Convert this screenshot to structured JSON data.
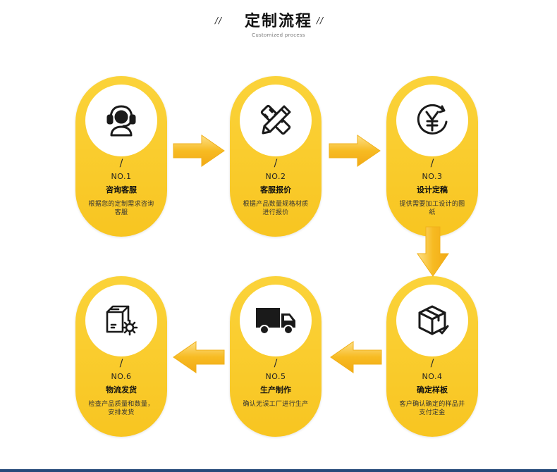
{
  "header": {
    "title": "定制流程",
    "subtitle": "Customized process",
    "deco": "//"
  },
  "steps": [
    {
      "slash": "/",
      "num": "NO.1",
      "name": "咨询客服",
      "desc": "根据您的定制需求咨询客服",
      "icon": "headset-icon"
    },
    {
      "slash": "/",
      "num": "NO.2",
      "name": "客服报价",
      "desc": "根据产品数量规格材质进行报价",
      "icon": "pencil-ruler-icon"
    },
    {
      "slash": "/",
      "num": "NO.3",
      "name": "设计定稿",
      "desc": "提供需要加工设计的图纸",
      "icon": "yen-coin-icon"
    },
    {
      "slash": "/",
      "num": "NO.4",
      "name": "确定样板",
      "desc": "客户确认确定的样品并支付定金",
      "icon": "box-check-icon"
    },
    {
      "slash": "/",
      "num": "NO.5",
      "name": "生产制作",
      "desc": "确认无误工厂进行生产",
      "icon": "truck-icon"
    },
    {
      "slash": "/",
      "num": "NO.6",
      "name": "物流发货",
      "desc": "检查产品质量和数量，安排发货",
      "icon": "box-gear-icon"
    }
  ],
  "colors": {
    "card": "#f8c521",
    "arrow": "#f5b41c",
    "icon": "#1a1a1a",
    "bottom_bar": "#264a7a"
  }
}
